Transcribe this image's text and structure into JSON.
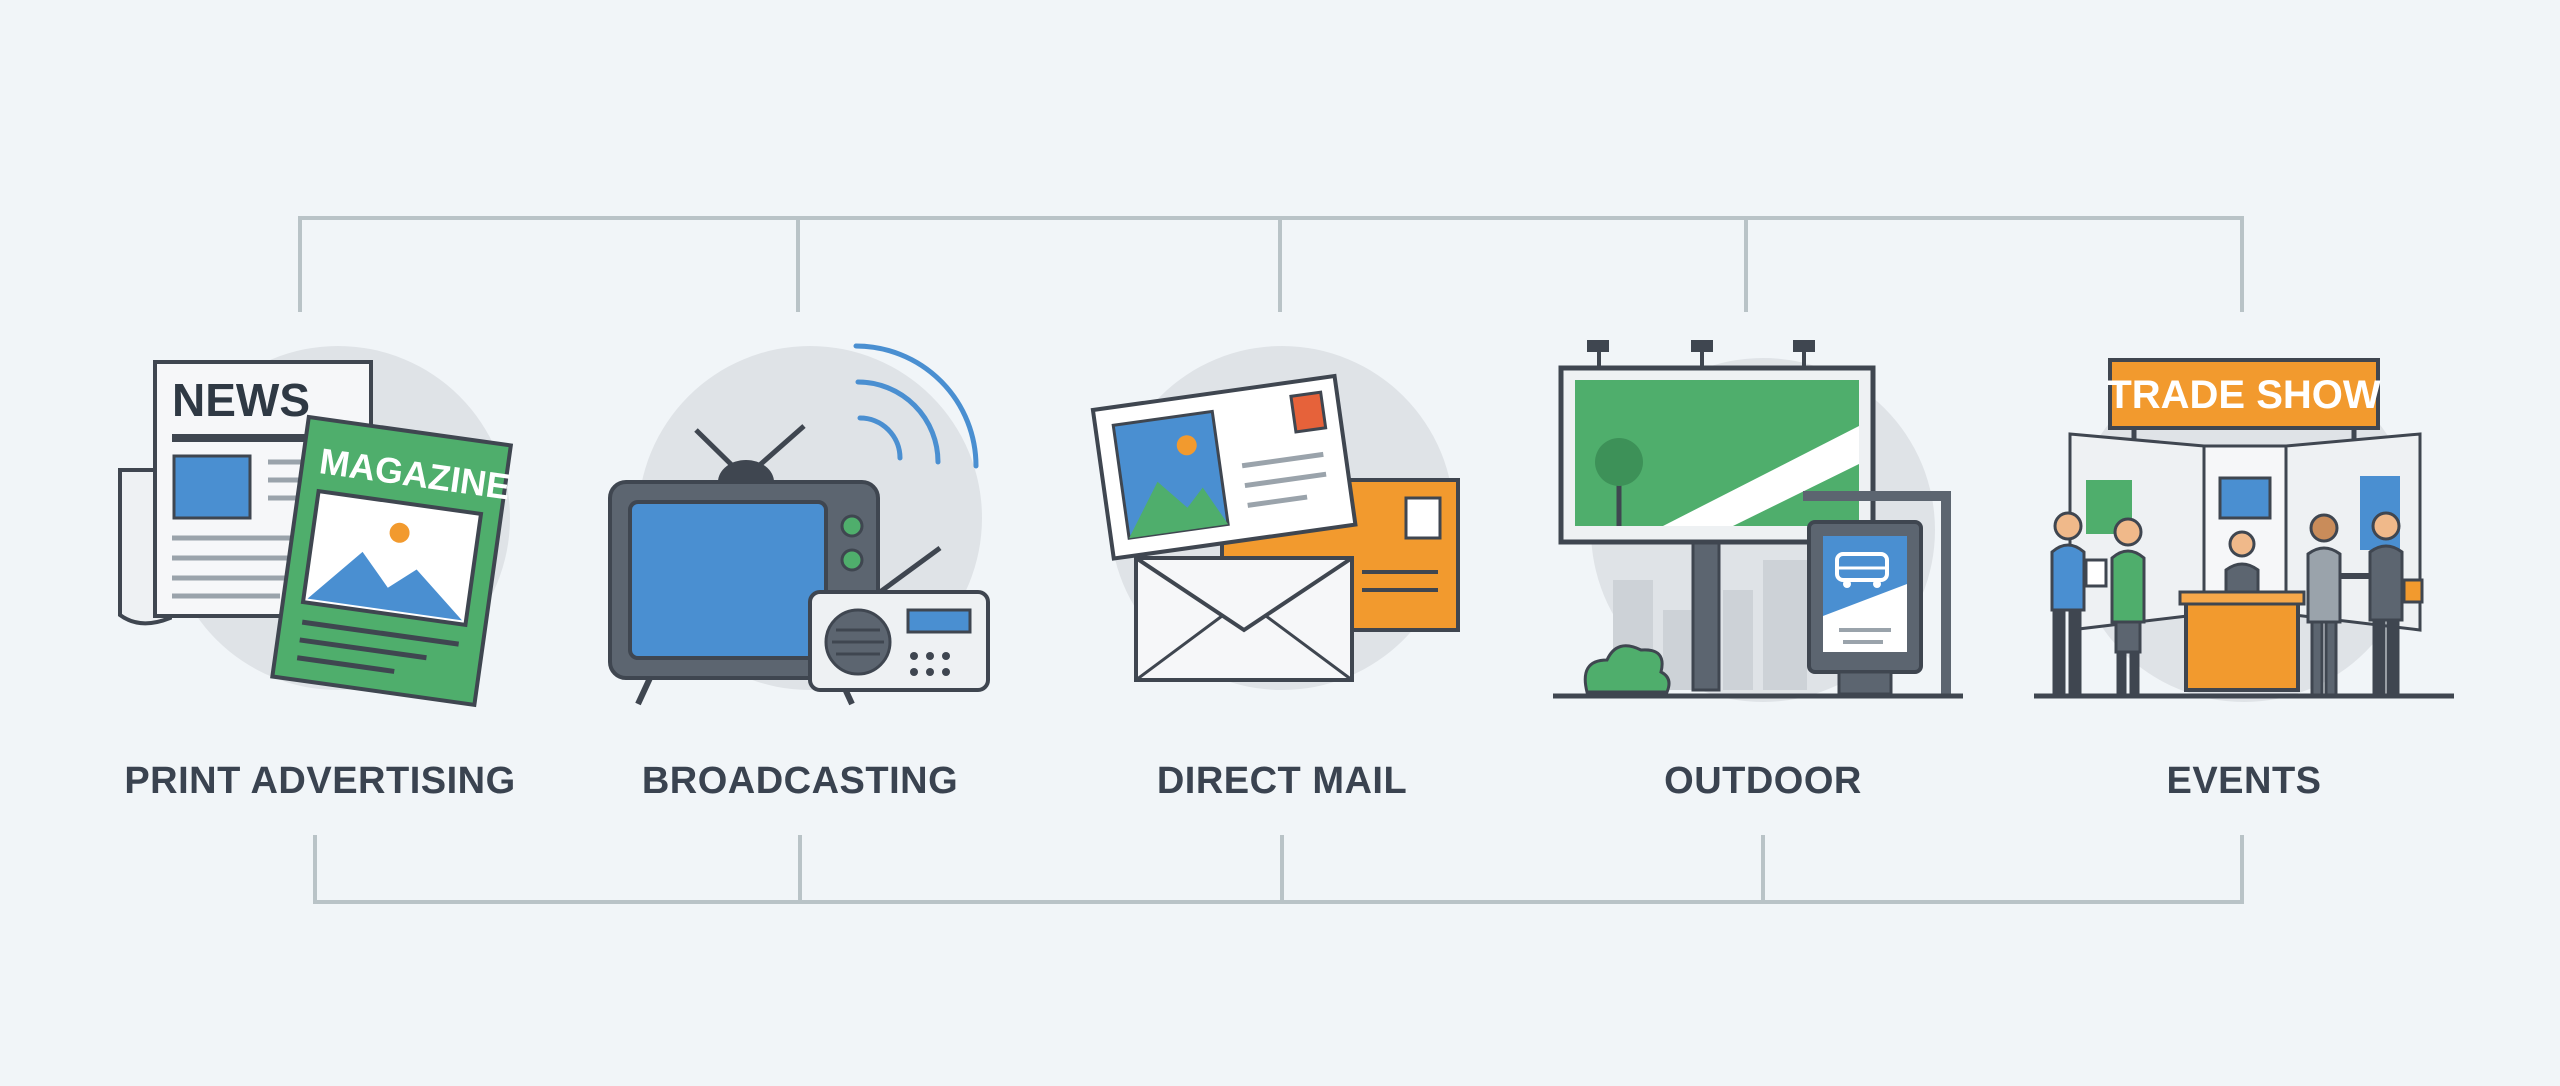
{
  "colors": {
    "background": "#f1f5f8",
    "connector": "#b9c3c7",
    "outline": "#3f4650",
    "blue": "#4a8fd1",
    "green": "#4fae6c",
    "orange": "#f29a2e",
    "gray_disc": "#dfe3e7",
    "label": "#3a4350"
  },
  "channels": [
    {
      "label": "PRINT ADVERTISING",
      "art": {
        "newspaper_heading": "NEWS",
        "magazine_heading": "MAGAZINE"
      },
      "icons": [
        "newspaper-icon",
        "magazine-icon"
      ]
    },
    {
      "label": "BROADCASTING",
      "icons": [
        "television-icon",
        "radio-icon",
        "signal-waves-icon"
      ]
    },
    {
      "label": "DIRECT MAIL",
      "icons": [
        "postcard-icon",
        "envelope-icon",
        "parcel-envelope-icon"
      ]
    },
    {
      "label": "OUTDOOR",
      "icons": [
        "billboard-icon",
        "bus-shelter-ad-icon",
        "bus-icon"
      ]
    },
    {
      "label": "EVENTS",
      "art": {
        "banner": "TRADE SHOW"
      },
      "icons": [
        "trade-show-booth-icon",
        "people-icon"
      ]
    }
  ]
}
